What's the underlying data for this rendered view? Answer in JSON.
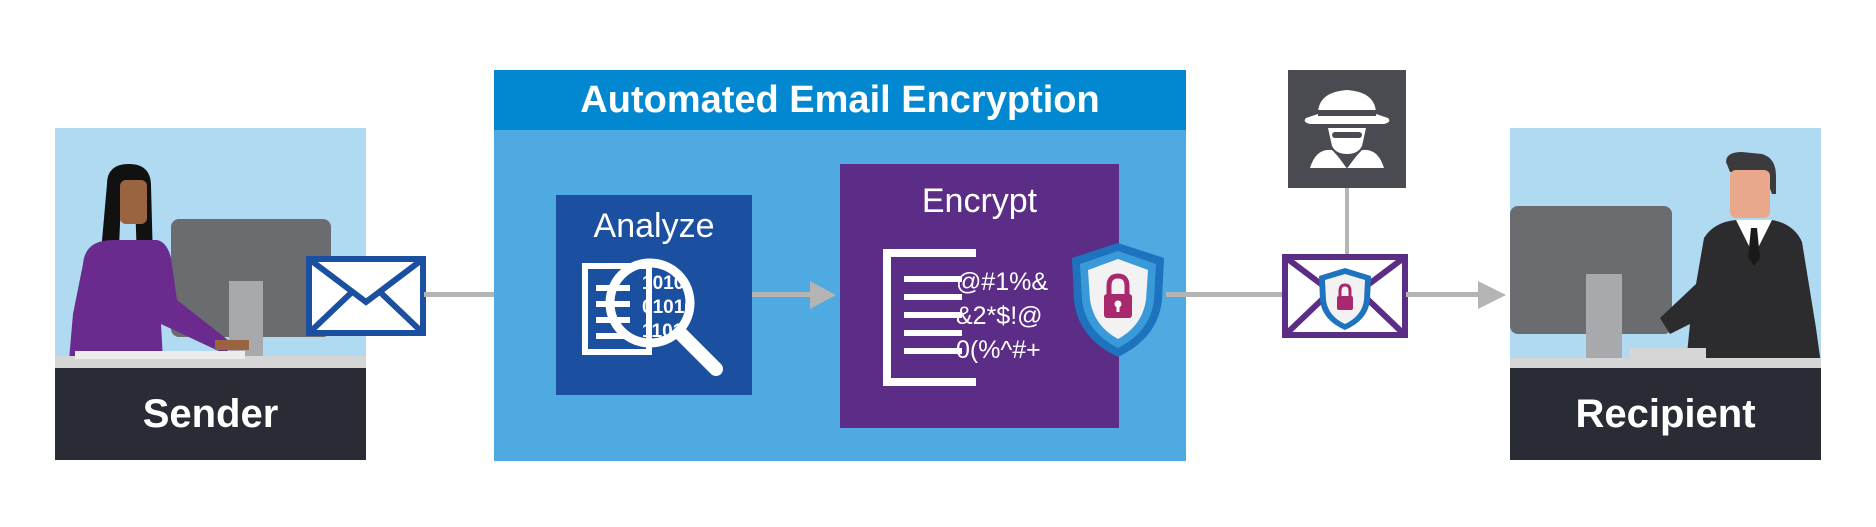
{
  "diagram": {
    "title": "Automated Email Encryption",
    "sender": {
      "label": "Sender"
    },
    "recipient": {
      "label": "Recipient"
    },
    "analyze": {
      "title": "Analyze",
      "binary_lines": [
        "1010",
        "01010",
        "1101"
      ]
    },
    "encrypt": {
      "title": "Encrypt",
      "cipher_lines": [
        "@#1%&",
        "&2*$!@",
        "0(%^#+"
      ]
    },
    "icons": [
      "sender-person-icon",
      "monitor-icon",
      "envelope-icon",
      "document-icon",
      "magnifier-icon",
      "cipher-document-icon",
      "shield-lock-icon",
      "hacker-spy-icon",
      "encrypted-envelope-icon",
      "recipient-person-icon"
    ],
    "colors": {
      "title_bar": "#0288d1",
      "process_area": "#4eaae0",
      "analyze_box": "#1b4fa0",
      "encrypt_box": "#5c2d86",
      "sky_panel": "#b0daf2",
      "desk_label": "#2a2c35",
      "hacker_box": "#4a4b50",
      "arrow": "#b4b4b4"
    }
  }
}
